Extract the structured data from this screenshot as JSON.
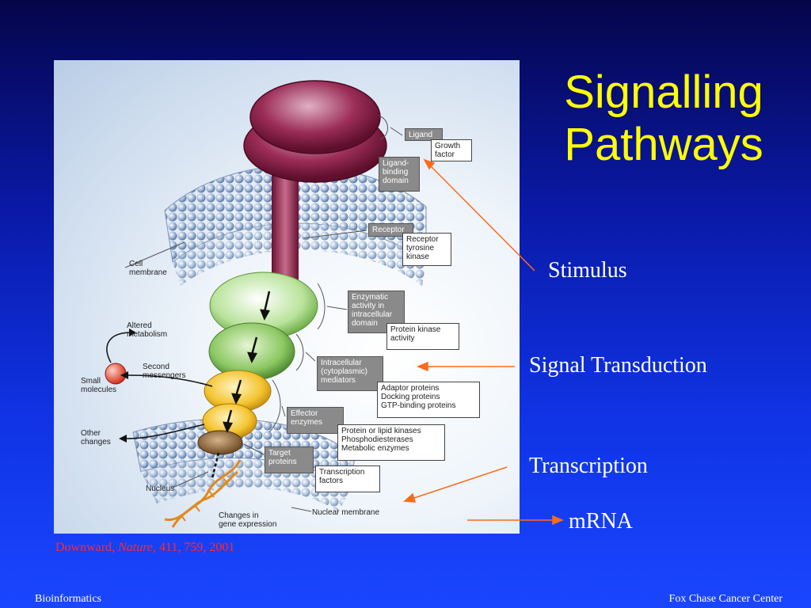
{
  "slide": {
    "title_line1": "Signalling",
    "title_line2": "Pathways",
    "labels": {
      "stimulus": "Stimulus",
      "signal_transduction": "Signal Transduction",
      "transcription": "Transcription",
      "mrna": "mRNA"
    },
    "citation": {
      "author": "Downward, ",
      "journal": "Nature",
      "details": ", 411, 759, 2001"
    },
    "footer_left": "Bioinformatics",
    "footer_right": "Fox Chase Cancer Center",
    "colors": {
      "title": "#ffff00",
      "citation": "#ff2a2a",
      "arrow": "#ff6a1a"
    }
  },
  "figure": {
    "dark_boxes": {
      "ligand": "Ligand",
      "ligand_binding": "Ligand-\nbinding\ndomain",
      "receptor": "Receptor",
      "enzymatic": "Enzymatic\nactivity in\nintracellular\ndomain",
      "intracellular": "Intracellular\n(cytoplasmic)\nmediators",
      "effector": "Effector\nenzymes",
      "target": "Target\nproteins"
    },
    "light_boxes": {
      "growth_factor": "Growth\nfactor",
      "receptor_tk": "Receptor\ntyrosine\nkinase",
      "protein_kinase": "Protein kinase\nactivity",
      "adaptor": "Adaptor proteins\nDocking proteins\nGTP-binding proteins",
      "kinases": "Protein or lipid kinases\nPhosphodiesterases\nMetabolic enzymes",
      "tf": "Transcription\nfactors"
    },
    "text": {
      "cell_membrane": "Cell\nmembrane",
      "altered_metabolism": "Altered\nmetabolism",
      "second_messengers": "Second\nmessengers",
      "small_molecules": "Small\nmolecules",
      "other_changes": "Other\nchanges",
      "nucleus": "Nucleus",
      "changes_gene": "Changes in\ngene expression",
      "nuclear_membrane": "Nuclear membrane"
    }
  }
}
